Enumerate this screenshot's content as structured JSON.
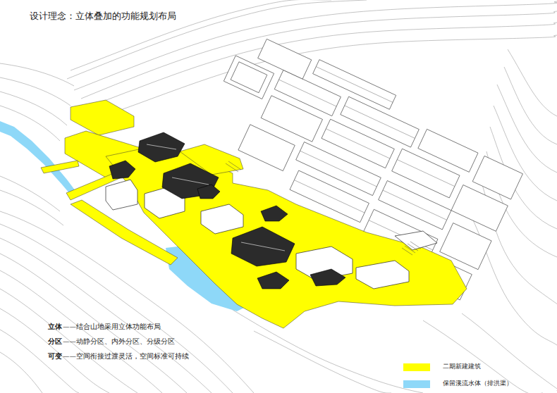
{
  "diagram": {
    "title": "设计理念：立体叠加的功能规划布局",
    "labels": [
      "立体",
      "——结合山地采用立体功能布局",
      "分区",
      "——动静分区、内外分区、分级分区",
      "可变",
      "——空间衔接过渡灵活，空间标准可持续"
    ],
    "legend": [
      {
        "text": "二期新建建筑",
        "color": "#ffff00"
      },
      {
        "text": "保留溪流水体（排洪渠）",
        "color": "#8ed8f8"
      }
    ]
  }
}
